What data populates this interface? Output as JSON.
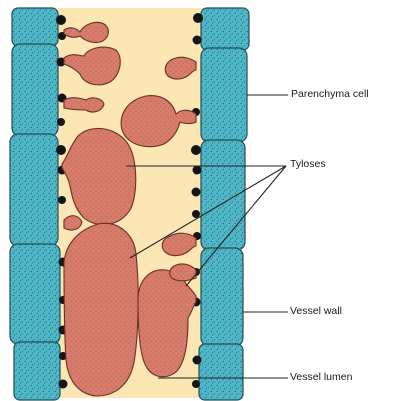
{
  "labels": {
    "parenchyma_cell": "Parenchyma cell",
    "tyloses": "Tyloses",
    "vessel_wall": "Vessel wall",
    "vessel_lumen": "Vessel lumen"
  },
  "colors": {
    "lumen": "#fbe6b4",
    "cell_wall": "#4fb7c7",
    "cell_outline": "#1f4f57",
    "pit": "#141414",
    "tylose": "#d77b6a",
    "tylose_outline": "#6b2f28",
    "leader_line": "#222222"
  }
}
